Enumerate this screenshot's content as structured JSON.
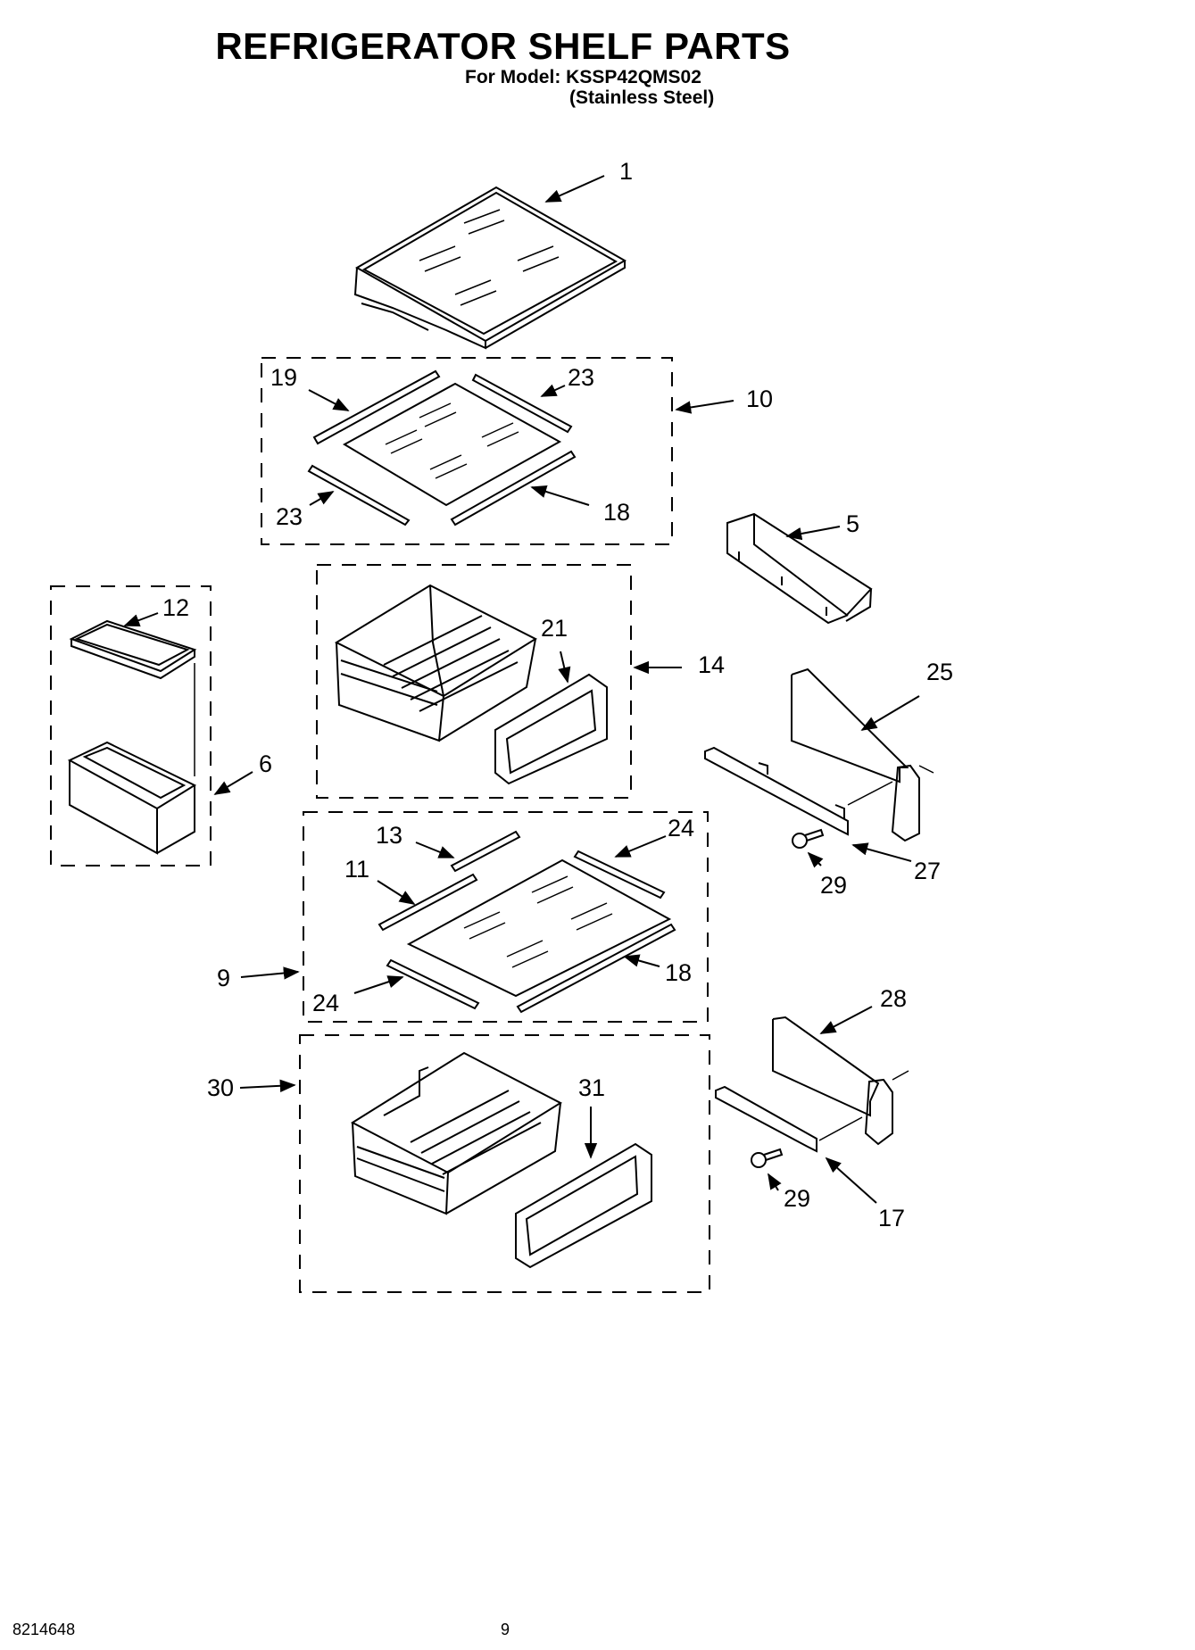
{
  "header": {
    "title": "REFRIGERATOR SHELF PARTS",
    "model_line": "For Model: KSSP42QMS02",
    "finish_line": "(Stainless Steel)"
  },
  "footer": {
    "doc_number": "8214648",
    "page_number": "9"
  },
  "callouts": {
    "c1": "1",
    "c10": "10",
    "c19": "19",
    "c23a": "23",
    "c23b": "23",
    "c18a": "18",
    "c5": "5",
    "c12": "12",
    "c6": "6",
    "c21": "21",
    "c14": "14",
    "c25": "25",
    "c27": "27",
    "c29a": "29",
    "c13": "13",
    "c24a": "24",
    "c11": "11",
    "c9": "9",
    "c18b": "18",
    "c24b": "24",
    "c28": "28",
    "c30": "30",
    "c31": "31",
    "c29b": "29",
    "c17": "17"
  }
}
